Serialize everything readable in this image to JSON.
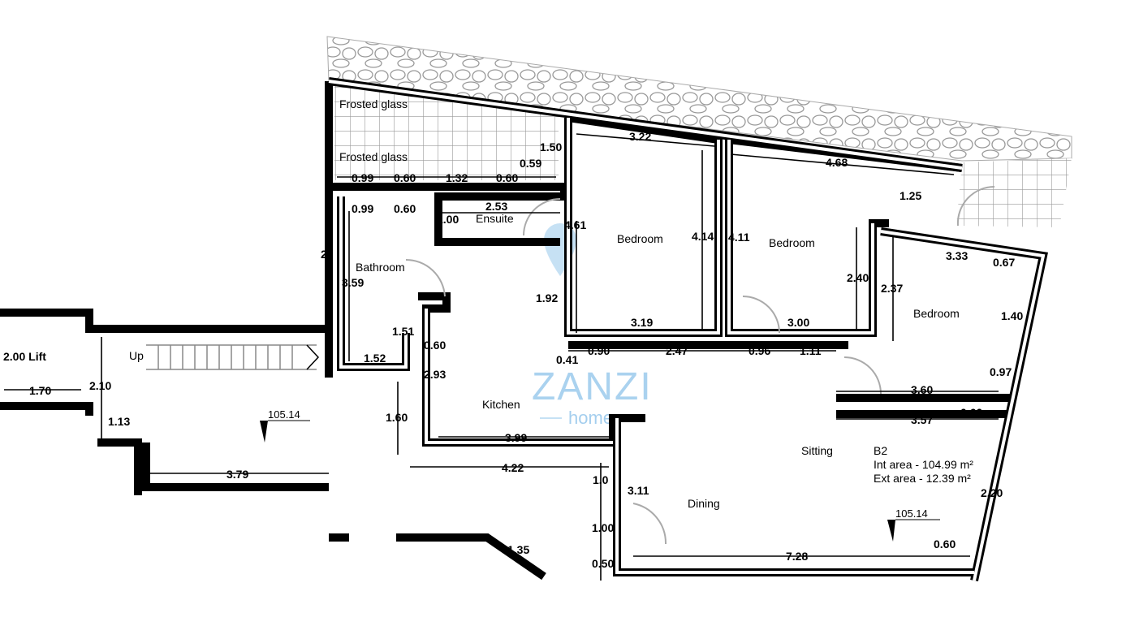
{
  "rooms": {
    "frosted_glass_1": "Frosted glass",
    "frosted_glass_2": "Frosted glass",
    "ensuite": "Ensuite",
    "bathroom": "Bathroom",
    "bedroom_1": "Bedroom",
    "bedroom_2": "Bedroom",
    "bedroom_3": "Bedroom",
    "kitchen": "Kitchen",
    "sitting": "Sitting",
    "dining": "Dining",
    "lift": "2.00 Lift",
    "up": "Up"
  },
  "unit": {
    "name": "B2",
    "int_area": "Int area - 104.99 m²",
    "ext_area": "Ext area - 12.39 m²"
  },
  "levels": [
    "105.14",
    "105.14"
  ],
  "dimensions": [
    "0.99",
    "0.60",
    "1.32",
    "0.60",
    "1.50",
    "0.59",
    "3.22",
    "4.68",
    "1.25",
    "0.99",
    "0.60",
    "2.53",
    "1.00",
    "4.61",
    "4.14",
    "4.11",
    "3.59",
    "2.40",
    "2.37",
    "3.33",
    "0.67",
    "1.92",
    "3.19",
    "3.00",
    "1.40",
    "1.51",
    "0.60",
    "0.41",
    "0.90",
    "2.47",
    "0.96",
    "1.11",
    "1.52",
    "2.10",
    "1.70",
    "2.93",
    "0.97",
    "3.60",
    "1.13",
    "1.60",
    "3.99",
    "3.57",
    "0.60",
    "3.79",
    "4.22",
    "1.0",
    "3.11",
    "2.20",
    "1.00",
    "0.50",
    "7.28",
    "0.60",
    "1.35",
    "2"
  ],
  "watermark": {
    "brand": "ZANZI",
    "sub": "homes"
  }
}
